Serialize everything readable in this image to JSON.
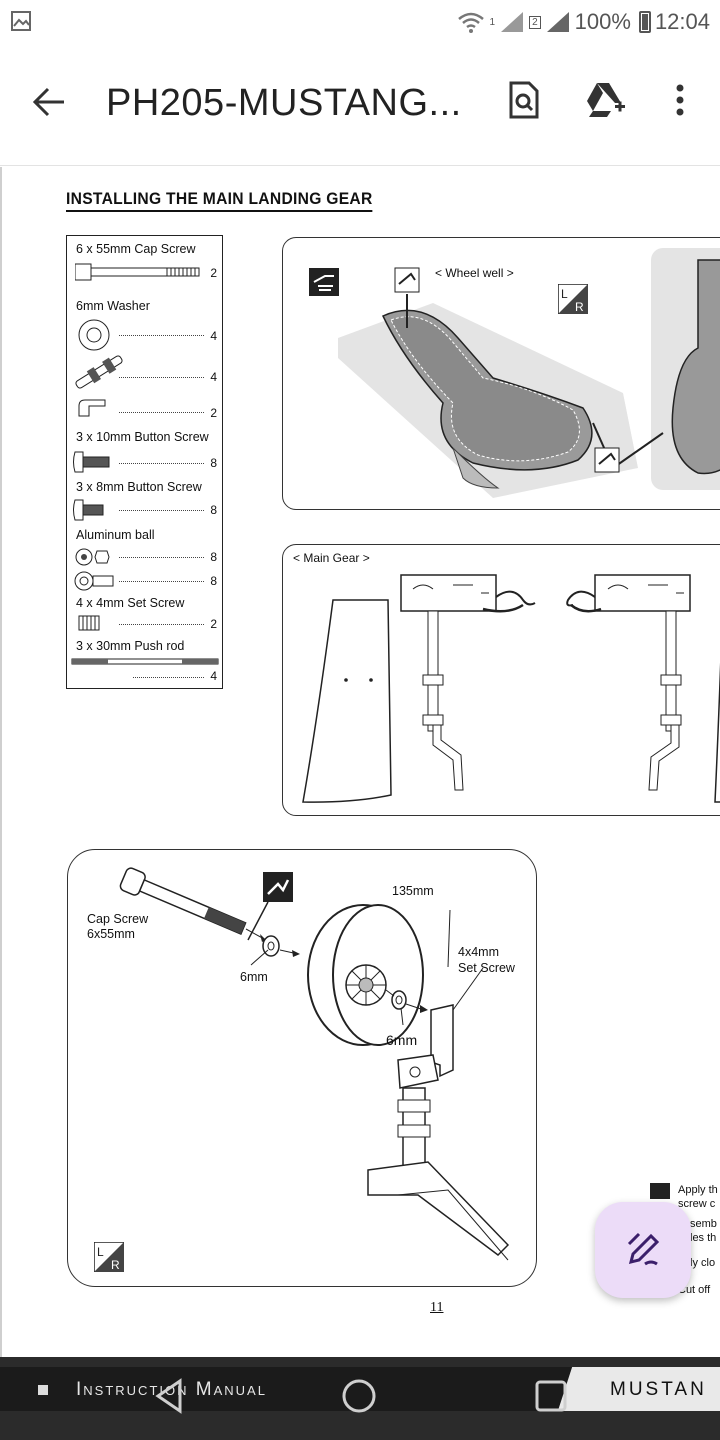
{
  "status_bar": {
    "battery": "100%",
    "time": "12:04",
    "sim1": "1",
    "sim2": "2",
    "icons": [
      "gallery-icon",
      "wifi-icon",
      "signal-icon",
      "battery-icon"
    ]
  },
  "app_bar": {
    "title": "PH205-MUSTANG...",
    "icons": [
      "back-arrow-icon",
      "find-in-page-icon",
      "add-to-drive-icon",
      "more-vert-icon"
    ]
  },
  "document": {
    "section_title": "INSTALLING THE MAIN LANDING GEAR",
    "parts": [
      {
        "label": "6 x 55mm Cap Screw",
        "qty": "2"
      },
      {
        "label": "6mm Washer",
        "qty": "4"
      },
      {
        "label": "",
        "qty": "4"
      },
      {
        "label": "",
        "qty": "2"
      },
      {
        "label": "3 x 10mm Button Screw",
        "qty": "8"
      },
      {
        "label": "3 x 8mm Button Screw",
        "qty": "8"
      },
      {
        "label": "Aluminum ball",
        "qty": "8"
      },
      {
        "label": "",
        "qty": "8"
      },
      {
        "label": "4 x 4mm Set Screw",
        "qty": "2"
      },
      {
        "label": "3 x 30mm Push rod",
        "qty": "4"
      }
    ],
    "wheel_well_label": "< Wheel well >",
    "main_gear_label": "< Main Gear  >",
    "lr_badge": "L/R",
    "wheel_panel": {
      "cap_screw_label": "Cap Screw\n6x55mm",
      "cap_screw_line1": "Cap Screw",
      "cap_screw_line2": "6x55mm",
      "washer_label_1": "6mm",
      "washer_label_2": "6mm",
      "wheel_size": "135mm",
      "set_screw_line1": "4x4mm",
      "set_screw_line2": "Set Screw"
    },
    "side_notes": [
      "Apply th",
      "screw c",
      "semb",
      "les th",
      "ly clo",
      "Cut off"
    ],
    "page_number": "11"
  },
  "footer": {
    "manual_label": "Instruction Manual",
    "brand_label": "MUSTAN"
  },
  "fab": {
    "icon": "edit-pen-icon"
  },
  "nav": {
    "icons": [
      "nav-back-icon",
      "nav-home-icon",
      "nav-recents-icon"
    ]
  },
  "colors": {
    "panel_shade": "#e4e4e4",
    "fab_bg": "#ecdcf8",
    "fab_icon": "#3b1f6b",
    "footer_bg": "#1b1b1b"
  }
}
